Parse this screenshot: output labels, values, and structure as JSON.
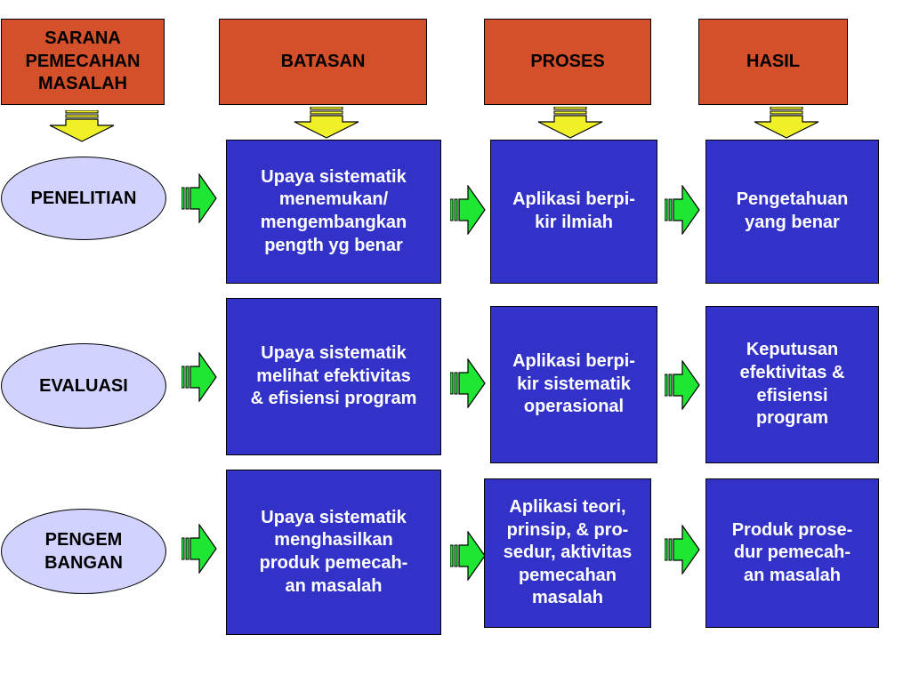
{
  "headers": {
    "sarana": "SARANA\nPEMECAHAN\nMASALAH",
    "batasan": "BATASAN",
    "proses": "PROSES",
    "hasil": "HASIL"
  },
  "rows": [
    {
      "label": "PENELITIAN",
      "batasan": "Upaya sistematik\nmenemukan/\nmengembangkan\npength yg benar",
      "proses": "Aplikasi berpi-\nkir ilmiah",
      "hasil": "Pengetahuan\nyang benar"
    },
    {
      "label": "EVALUASI",
      "batasan": "Upaya sistematik\nmelihat efektivitas\n& efisiensi program",
      "proses": "Aplikasi berpi-\nkir sistematik\noperasional",
      "hasil": "Keputusan\nefektivitas &\nefisiensi\nprogram"
    },
    {
      "label": "PENGEM\nBANGAN",
      "batasan": "Upaya sistematik\nmenghasilkan\nproduk pemecah-\nan masalah",
      "proses": "Aplikasi teori,\nprinsip, & pro-\nsedur, aktivitas\npemecahan\nmasalah",
      "hasil": "Produk prose-\ndur pemecah-\nan masalah"
    }
  ],
  "colors": {
    "header_fill": "#d4502a",
    "content_fill": "#3232c8",
    "oval_fill": "#d2d2ff",
    "down_arrow": "#f0f028",
    "right_arrow": "#1ee632"
  },
  "icons": {
    "down": "yellow-down-arrow-icon",
    "right": "green-right-arrow-icon"
  }
}
